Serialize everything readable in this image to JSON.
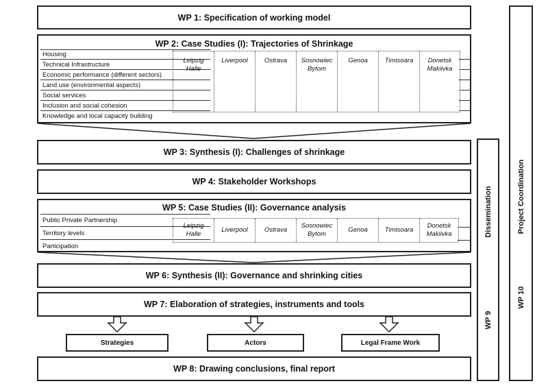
{
  "wp1": {
    "title": "WP 1: Specification of working model"
  },
  "wp2": {
    "title": "WP 2: Case Studies (I): Trajectories of Shrinkage",
    "topics": [
      "Housing",
      "Technical Infrastructure",
      "Economic performance (different sectors)",
      "Land use (environmental aspects)",
      "Social services",
      "Inclusion and social cohesion",
      "Knowledge and local capacity building"
    ],
    "cities": [
      {
        "line1": "Leipzig",
        "line2": "Halle"
      },
      {
        "line1": "Liverpool",
        "line2": ""
      },
      {
        "line1": "Ostrava",
        "line2": ""
      },
      {
        "line1": "Sosnowiec",
        "line2": "Bytom"
      },
      {
        "line1": "Genoa",
        "line2": ""
      },
      {
        "line1": "Timisoara",
        "line2": ""
      },
      {
        "line1": "Donetsk",
        "line2": "Makiivka"
      }
    ]
  },
  "wp3": {
    "title": "WP 3: Synthesis (I): Challenges of shrinkage"
  },
  "wp4": {
    "title": "WP 4: Stakeholder Workshops"
  },
  "wp5": {
    "title": "WP 5: Case Studies (II): Governance analysis",
    "topics": [
      "Public Private Partnership",
      "Territory levels",
      "Participation"
    ],
    "cities": [
      {
        "line1": "Leipzig",
        "line2": "Halle"
      },
      {
        "line1": "Liverpool",
        "line2": ""
      },
      {
        "line1": "Ostrava",
        "line2": ""
      },
      {
        "line1": "Sosnowiec",
        "line2": "Bytom"
      },
      {
        "line1": "Genoa",
        "line2": ""
      },
      {
        "line1": "Timisoara",
        "line2": ""
      },
      {
        "line1": "Donetsk",
        "line2": "Makiivka"
      }
    ]
  },
  "wp6": {
    "title": "WP 6: Synthesis (II): Governance and shrinking cities"
  },
  "wp7": {
    "title": "WP 7: Elaboration of strategies, instruments and tools"
  },
  "outputs": [
    "Strategies",
    "Actors",
    "Legal Frame Work"
  ],
  "wp8": {
    "title": "WP 8: Drawing conclusions, final report"
  },
  "wp9": {
    "label": "Dissemination",
    "id": "WP 9"
  },
  "wp10": {
    "label": "Project Coordination",
    "id": "WP 10"
  }
}
